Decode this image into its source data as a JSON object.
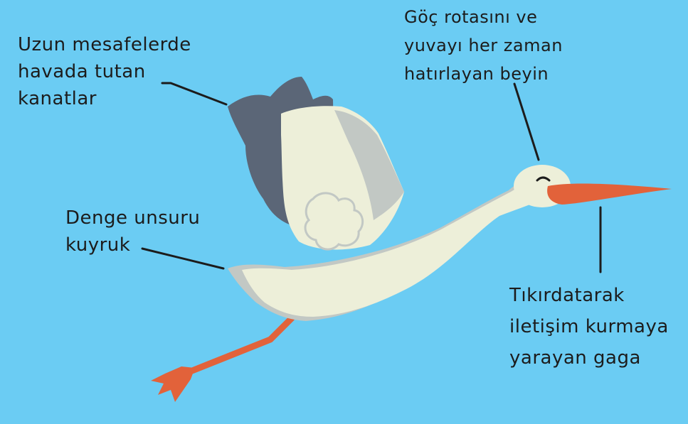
{
  "colors": {
    "background": "#6bccf3",
    "body": "#edefd9",
    "wing_shade": "#c2c8c4",
    "wing_dark": "#5b6677",
    "beak_leg": "#e2623a",
    "leader_line": "#1c1c1c"
  },
  "labels": {
    "wings": [
      "Uzun mesafelerde",
      "havada tutan",
      "kanatlar"
    ],
    "brain": [
      "Göç rotasını ve",
      "yuvayı her zaman",
      "hatırlayan beyin"
    ],
    "tail": [
      "Denge unsuru",
      "kuyruk"
    ],
    "beak": [
      "Tıkırdatarak",
      "iletişim kurmaya",
      "yarayan gaga"
    ]
  }
}
